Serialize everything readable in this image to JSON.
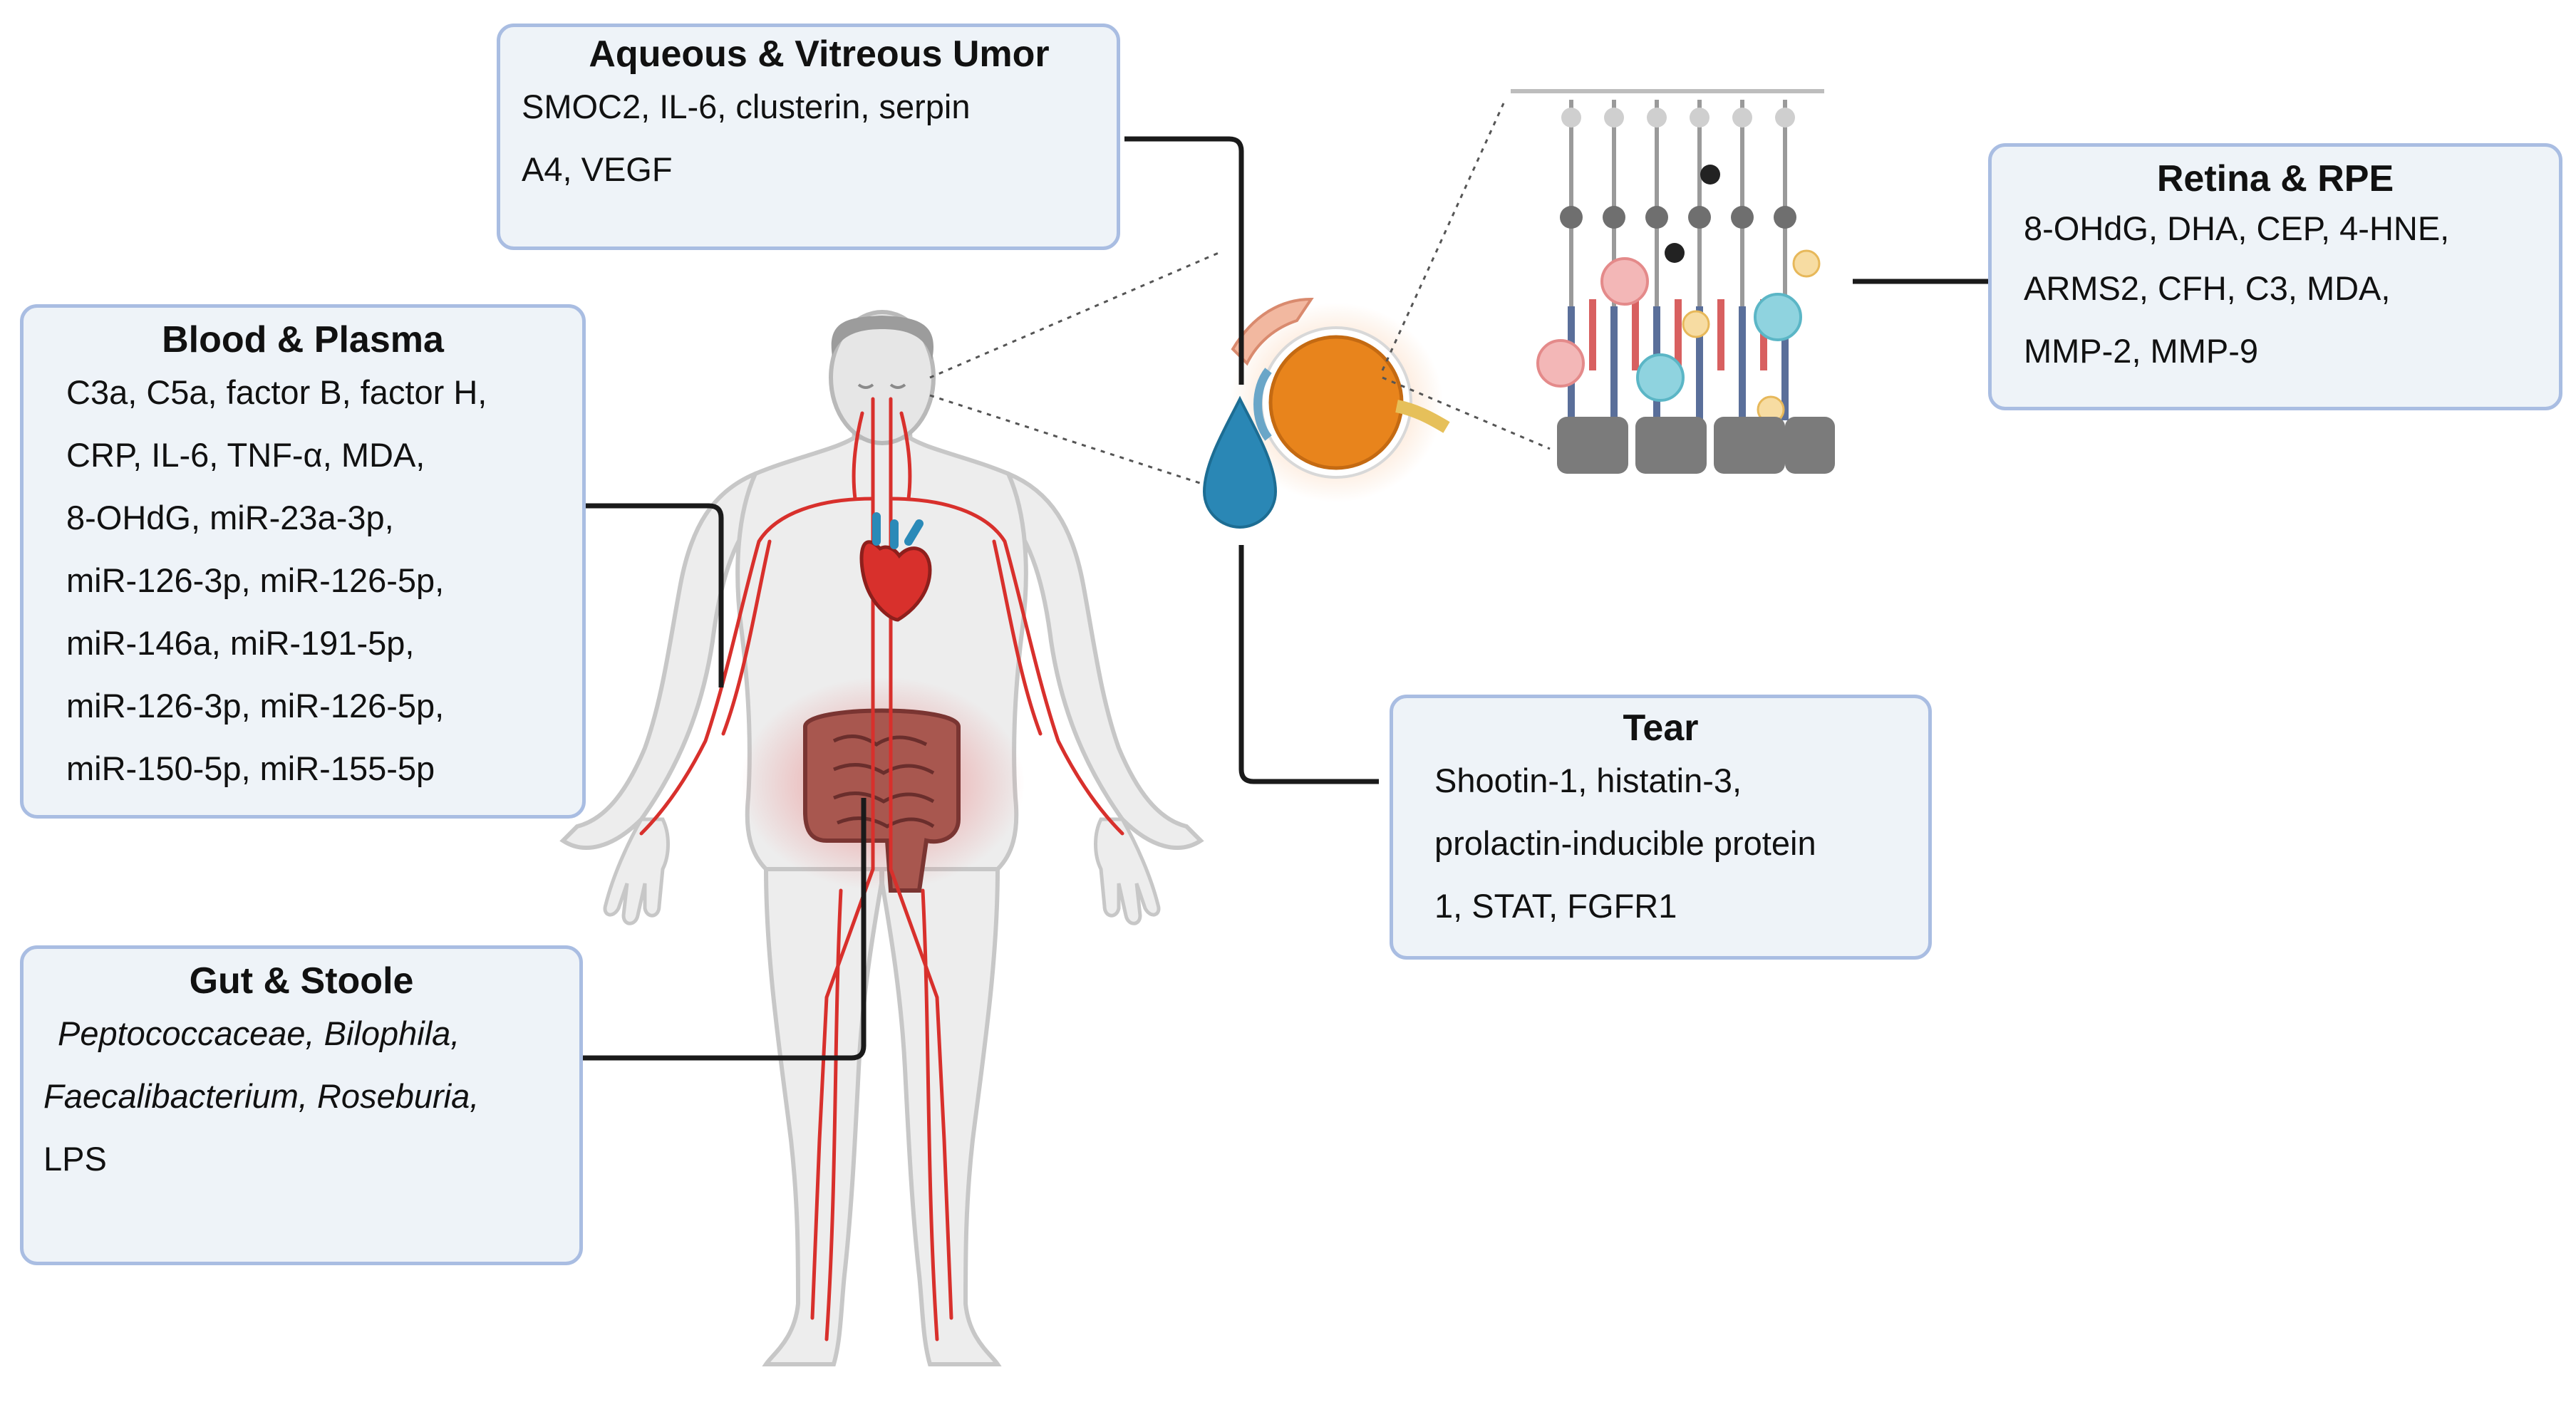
{
  "panels": {
    "aqueous": {
      "title": "Aqueous & Vitreous Umor",
      "lines": [
        "SMOC2, IL-6, clusterin, serpin",
        "A4, VEGF"
      ]
    },
    "blood": {
      "title": "Blood & Plasma",
      "lines": [
        "C3a, C5a, factor B, factor H,",
        "CRP, IL-6, TNF-α, MDA,",
        "8-OHdG, miR-23a-3p,",
        "miR-126-3p, miR-126-5p,",
        "miR-146a, miR-191-5p,",
        "miR-126-3p, miR-126-5p,",
        "miR-150-5p, miR-155-5p"
      ]
    },
    "gut": {
      "title": "Gut & Stoole",
      "lines": [
        "Peptococcaceae, Bilophila,",
        "Faecalibacterium,  Roseburia,"
      ],
      "extra": "LPS"
    },
    "retina": {
      "title": "Retina & RPE",
      "lines": [
        "8-OHdG, DHA, CEP, 4-HNE,",
        "ARMS2, CFH, C3, MDA,",
        "MMP-2, MMP-9"
      ]
    },
    "tear": {
      "title": "Tear",
      "lines": [
        "Shootin-1, histatin-3,",
        "prolactin-inducible protein",
        "1, STAT,  FGFR1"
      ]
    }
  },
  "colors": {
    "panel_fill": "#eef3f8",
    "panel_border": "#a9bde2",
    "vessel": "#d8302c",
    "body_fill": "#ededed",
    "eye_iris": "#e8841c",
    "tear_drop": "#2a87b5"
  }
}
